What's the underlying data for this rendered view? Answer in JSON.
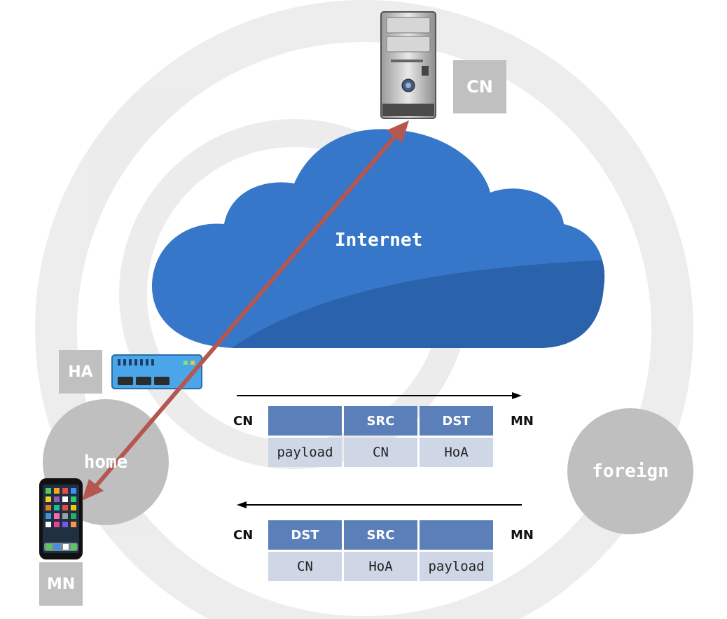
{
  "labels": {
    "cn_tag": "CN",
    "ha_tag": "HA",
    "mn_tag": "MN",
    "cloud": "Internet",
    "home": "home",
    "foreign": "foreign"
  },
  "flow_forward": {
    "from": "CN",
    "to": "MN",
    "header": [
      "",
      "SRC",
      "DST"
    ],
    "body": [
      "payload",
      "CN",
      "HoA"
    ]
  },
  "flow_reverse": {
    "from": "CN",
    "to": "MN",
    "header": [
      "DST",
      "SRC",
      ""
    ],
    "body": [
      "CN",
      "HoA",
      "payload"
    ]
  },
  "colors": {
    "cloud": "#3677c9",
    "cloud_shade": "#2a62ab",
    "arrow": "#b5574f",
    "cell_header": "#5a7fb9",
    "cell_body": "#cfd6e6",
    "tag_gray": "#c0c0c0",
    "circle_gray": "#bfbfbf"
  },
  "icons": [
    "server-icon",
    "router-icon",
    "smartphone-icon",
    "internet-cloud-icon"
  ]
}
